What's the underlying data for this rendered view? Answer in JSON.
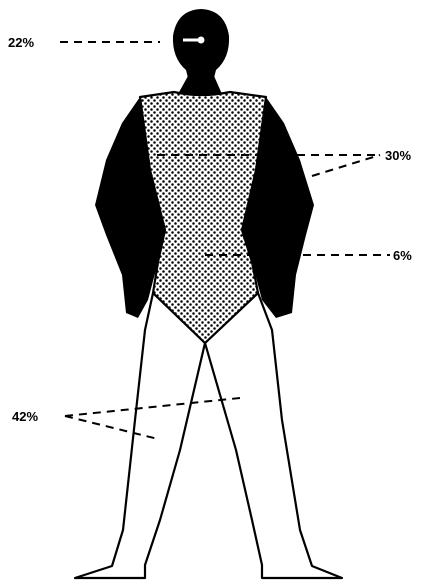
{
  "labels": {
    "head": "22%",
    "chest_arms": "30%",
    "abdomen": "6%",
    "legs": "42%"
  },
  "colors": {
    "solid_fill": "#000000",
    "background": "#ffffff",
    "dot_pattern": "#000000"
  }
}
